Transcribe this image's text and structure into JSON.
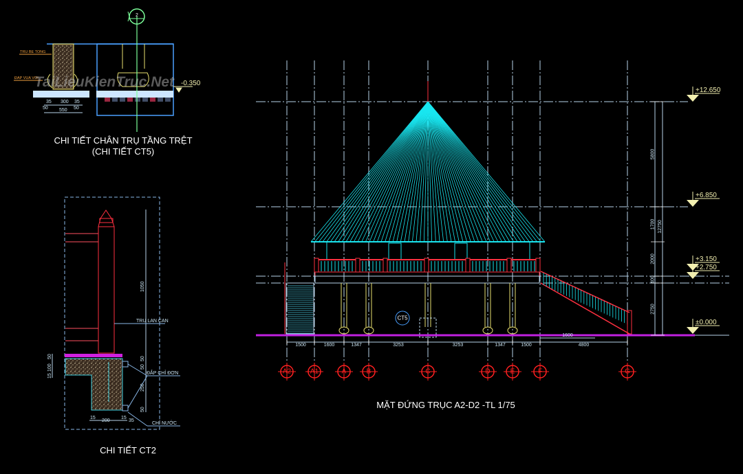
{
  "detail_ct5": {
    "title_line1": "CHI TIẾT CHÂN TRỤ TẦNG TRỆT",
    "title_line2": "(CHI TIẾT CT5)",
    "section_marker": "2",
    "labels": [
      "TRU BE TONG",
      "ĐAP VUA VOI"
    ],
    "level": "-0.350",
    "dims": [
      "300",
      "35",
      "35",
      "50",
      "50",
      "550"
    ],
    "watermark": "TaiLieuKienTruc.Net"
  },
  "detail_ct2": {
    "title": "CHI TIẾT CT2",
    "labels": [
      "TRU LAN CAN",
      "ĐẮP CHỈ ĐƠN",
      "CHỈ NƯỚC"
    ],
    "dims_vertical": [
      "1050",
      "50",
      "50",
      "250",
      "50",
      "50",
      "100",
      "15"
    ],
    "dims_horizontal": [
      "15",
      "200",
      "15",
      "35"
    ]
  },
  "elevation": {
    "title": "MẶT ĐỨNG TRỤC A2-D2 -TL 1/75",
    "detail_tag": "CT5",
    "axes": [
      "A2",
      "A1",
      "A",
      "B",
      "C",
      "D",
      "E",
      "F",
      "G"
    ],
    "axis_dims": [
      "1500",
      "1600",
      "1347",
      "3253",
      "3253",
      "1347",
      "1500",
      "4800"
    ],
    "stair_dim": "1600",
    "levels": [
      "+12.650",
      "+6.850",
      "+3.150",
      "+2.750",
      "±0.000"
    ],
    "vertical_dims": [
      "5800",
      "1700",
      "2000",
      "400",
      "2750"
    ],
    "total_height": "12750"
  },
  "colors": {
    "roof": "#19e6f0",
    "axis": "#ff2020",
    "ground": "#c020e0",
    "railing": "#ff3040",
    "column": "#e8e070"
  }
}
